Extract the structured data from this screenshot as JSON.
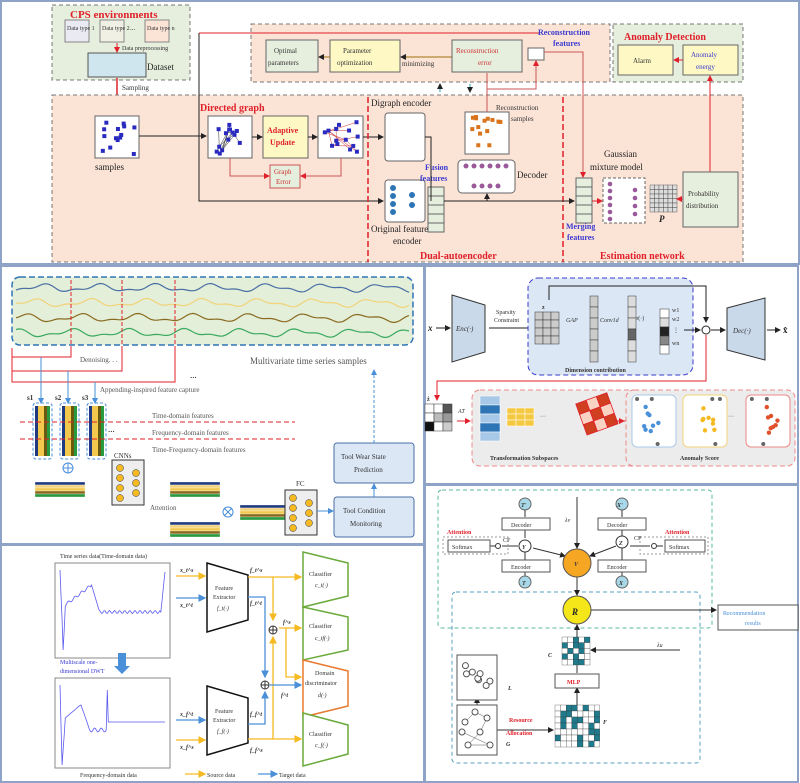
{
  "colors": {
    "panel_border": "#8fa3c9",
    "peach": "#fbe3d6",
    "green_bg": "#e6eedd",
    "accent_red": "#e0202a",
    "accent_blue": "#3a3ad0",
    "source": "#f5b921",
    "target": "#4a90d9"
  },
  "panel1": {
    "cps_title": "CPS environments",
    "data_types": [
      "Data type 1",
      "Data type 2",
      "Data type n"
    ],
    "ellipsis": "...",
    "data_preprocessing": "Data preprocessing",
    "dataset": "Dataset",
    "sampling": "Sampling",
    "samples": "samples",
    "directed_graph": "Directed graph",
    "adaptive_update": [
      "Adaptive",
      "Update"
    ],
    "graph_error": [
      "Graph",
      "Error"
    ],
    "digraph_encoder": "Digraph encoder",
    "original_feature_encoder": [
      "Original feature",
      "encoder"
    ],
    "fusion_features": [
      "Fusion",
      "features"
    ],
    "reconstruction_samples": [
      "Reconstruction",
      "samples"
    ],
    "decoder": "Decoder",
    "optimal_parameters": [
      "Optimal",
      "parameters"
    ],
    "parameter_optimization": [
      "Parameter",
      "optimization"
    ],
    "minimizing": "minimizing",
    "reconstruction_error": [
      "Reconstruction",
      "error"
    ],
    "reconstruction_features": [
      "Reconstruction",
      "features"
    ],
    "anomaly_detection": "Anomaly Detection",
    "alarm": "Alarm",
    "anomaly_energy": [
      "Anomaly",
      "energy"
    ],
    "gmm": [
      "Gaussian",
      "mixture model"
    ],
    "merging_features": [
      "Merging",
      "features"
    ],
    "p_label": "P",
    "probability_distribution": [
      "Probability",
      "distribution"
    ],
    "dual_autoencoder": "Dual-autoencoder",
    "estimation_network": "Estimation network"
  },
  "panel2": {
    "denoising": "Denoising. . .",
    "multivariate": "Multivariate time series samples",
    "appending": "Appending-inspired feature capture",
    "ellipsis": "...",
    "s_labels": [
      "s1",
      "s2",
      "s3"
    ],
    "time_domain": "Time-domain features",
    "frequency_domain": "Frequency-domain features",
    "time_frequency_domain": "Time-Frequency-domain features",
    "cnns": "CNNs",
    "attention": "Attention",
    "fc": "FC",
    "tool_wear": [
      "Tool Wear State",
      "Prediction"
    ],
    "tool_condition": [
      "Tool Condition",
      "Monitoring"
    ]
  },
  "panel3": {
    "x": "x",
    "enc": "Enc(·)",
    "sparsity": [
      "Sparsity",
      "Constraint"
    ],
    "z": "z",
    "gap": "GAP",
    "conv1d": "Conv1d",
    "sigma": "σ(·)",
    "weights": [
      "w1",
      "w2",
      "⋮",
      "wn"
    ],
    "dimension_contribution": "Dimension contribution",
    "dec": "Dec(·)",
    "x_hat": "x̂",
    "z_hat": "ẑ",
    "at": "AT",
    "ellipsis": "···",
    "transformation_subspaces": "Transformation Subspaces",
    "anomaly_score": "Anomaly Score"
  },
  "panel4": {
    "time_title": "Time series data(Time-domain data)",
    "dwt": [
      "Multiscale one-",
      "dimensional DWT"
    ],
    "freq_title": "Frequency-domain data",
    "inputs": [
      "x_t^s",
      "x_t^t",
      "x_f^t",
      "x_f^s"
    ],
    "feature_extractor": [
      "Feature",
      "Extractor"
    ],
    "fe_time": "f_t(·)",
    "fe_freq": "f_f(·)",
    "features": [
      "f_t^s",
      "f_t^t",
      "f_f^t",
      "f_f^s",
      "f^s",
      "f^t"
    ],
    "classifier": "Classifier",
    "classifier_fns": [
      "c_t(·)",
      "c_tf(·)",
      "c_f(·)"
    ],
    "domain_discriminator": [
      "Domain",
      "discriminator",
      "d(·)"
    ],
    "legend_source": "Source data",
    "legend_target": "Target data"
  },
  "panel5": {
    "t_prime": "T'",
    "x_prime": "X'",
    "decoder": "Decoder",
    "encoder": "Encoder",
    "attention": "Attention",
    "softmax": "Softmax",
    "cf": "CF",
    "y": "Y",
    "z": "Z",
    "t": "T",
    "x": "X",
    "v": "V",
    "lambda_v": "λv",
    "r": "R",
    "recommendation": [
      "Recommendation",
      "results"
    ],
    "c": "C",
    "lambda_u": "λu",
    "mlp": "MLP",
    "l": "L",
    "g": "G",
    "f": "F",
    "resource_allocation": [
      "Resource",
      "Allocation"
    ]
  }
}
